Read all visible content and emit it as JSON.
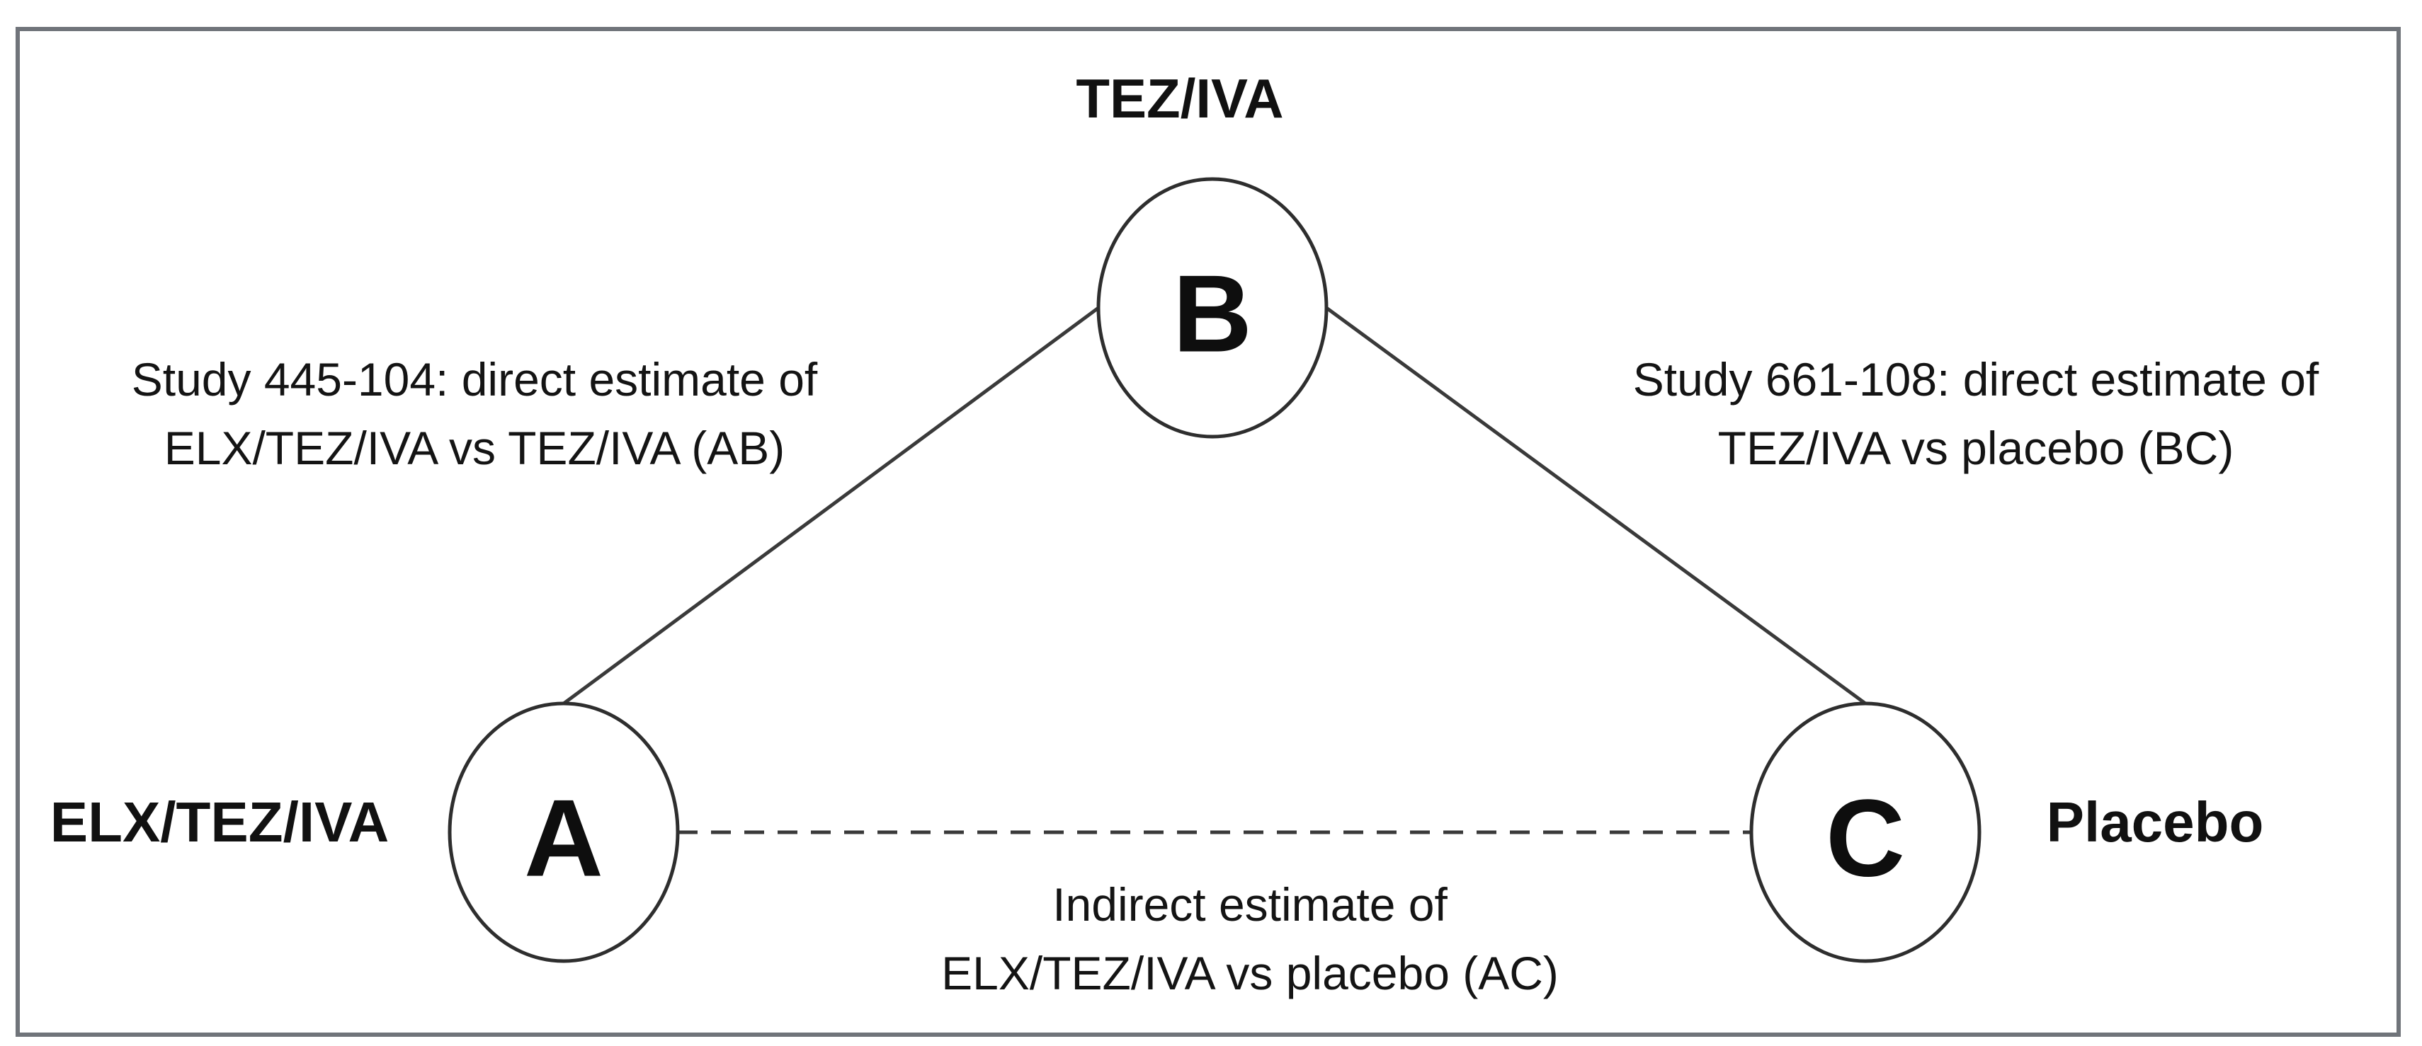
{
  "figure": {
    "title": "TEZ/IVA",
    "nodes": {
      "a": {
        "letter": "A",
        "label": "ELX/TEZ/IVA"
      },
      "b": {
        "letter": "B",
        "label": "TEZ/IVA"
      },
      "c": {
        "letter": "C",
        "label": "Placebo"
      }
    },
    "edges": {
      "ab": {
        "type": "direct",
        "style": "solid",
        "line1": "Study 445-104: direct estimate of",
        "line2": "ELX/TEZ/IVA vs TEZ/IVA (AB)"
      },
      "bc": {
        "type": "direct",
        "style": "solid",
        "line1": "Study 661-108: direct estimate of",
        "line2": "TEZ/IVA vs placebo (BC)"
      },
      "ac": {
        "type": "indirect",
        "style": "dashed",
        "line1": "Indirect estimate of",
        "line2": "ELX/TEZ/IVA vs placebo (AC)"
      }
    },
    "colors": {
      "text": "#141414",
      "edge_line": "#3a3a3a",
      "node_stroke": "#2e2e2e",
      "node_fill": "#ffffff",
      "frame_border": "#70747a",
      "background": "#ffffff"
    }
  }
}
